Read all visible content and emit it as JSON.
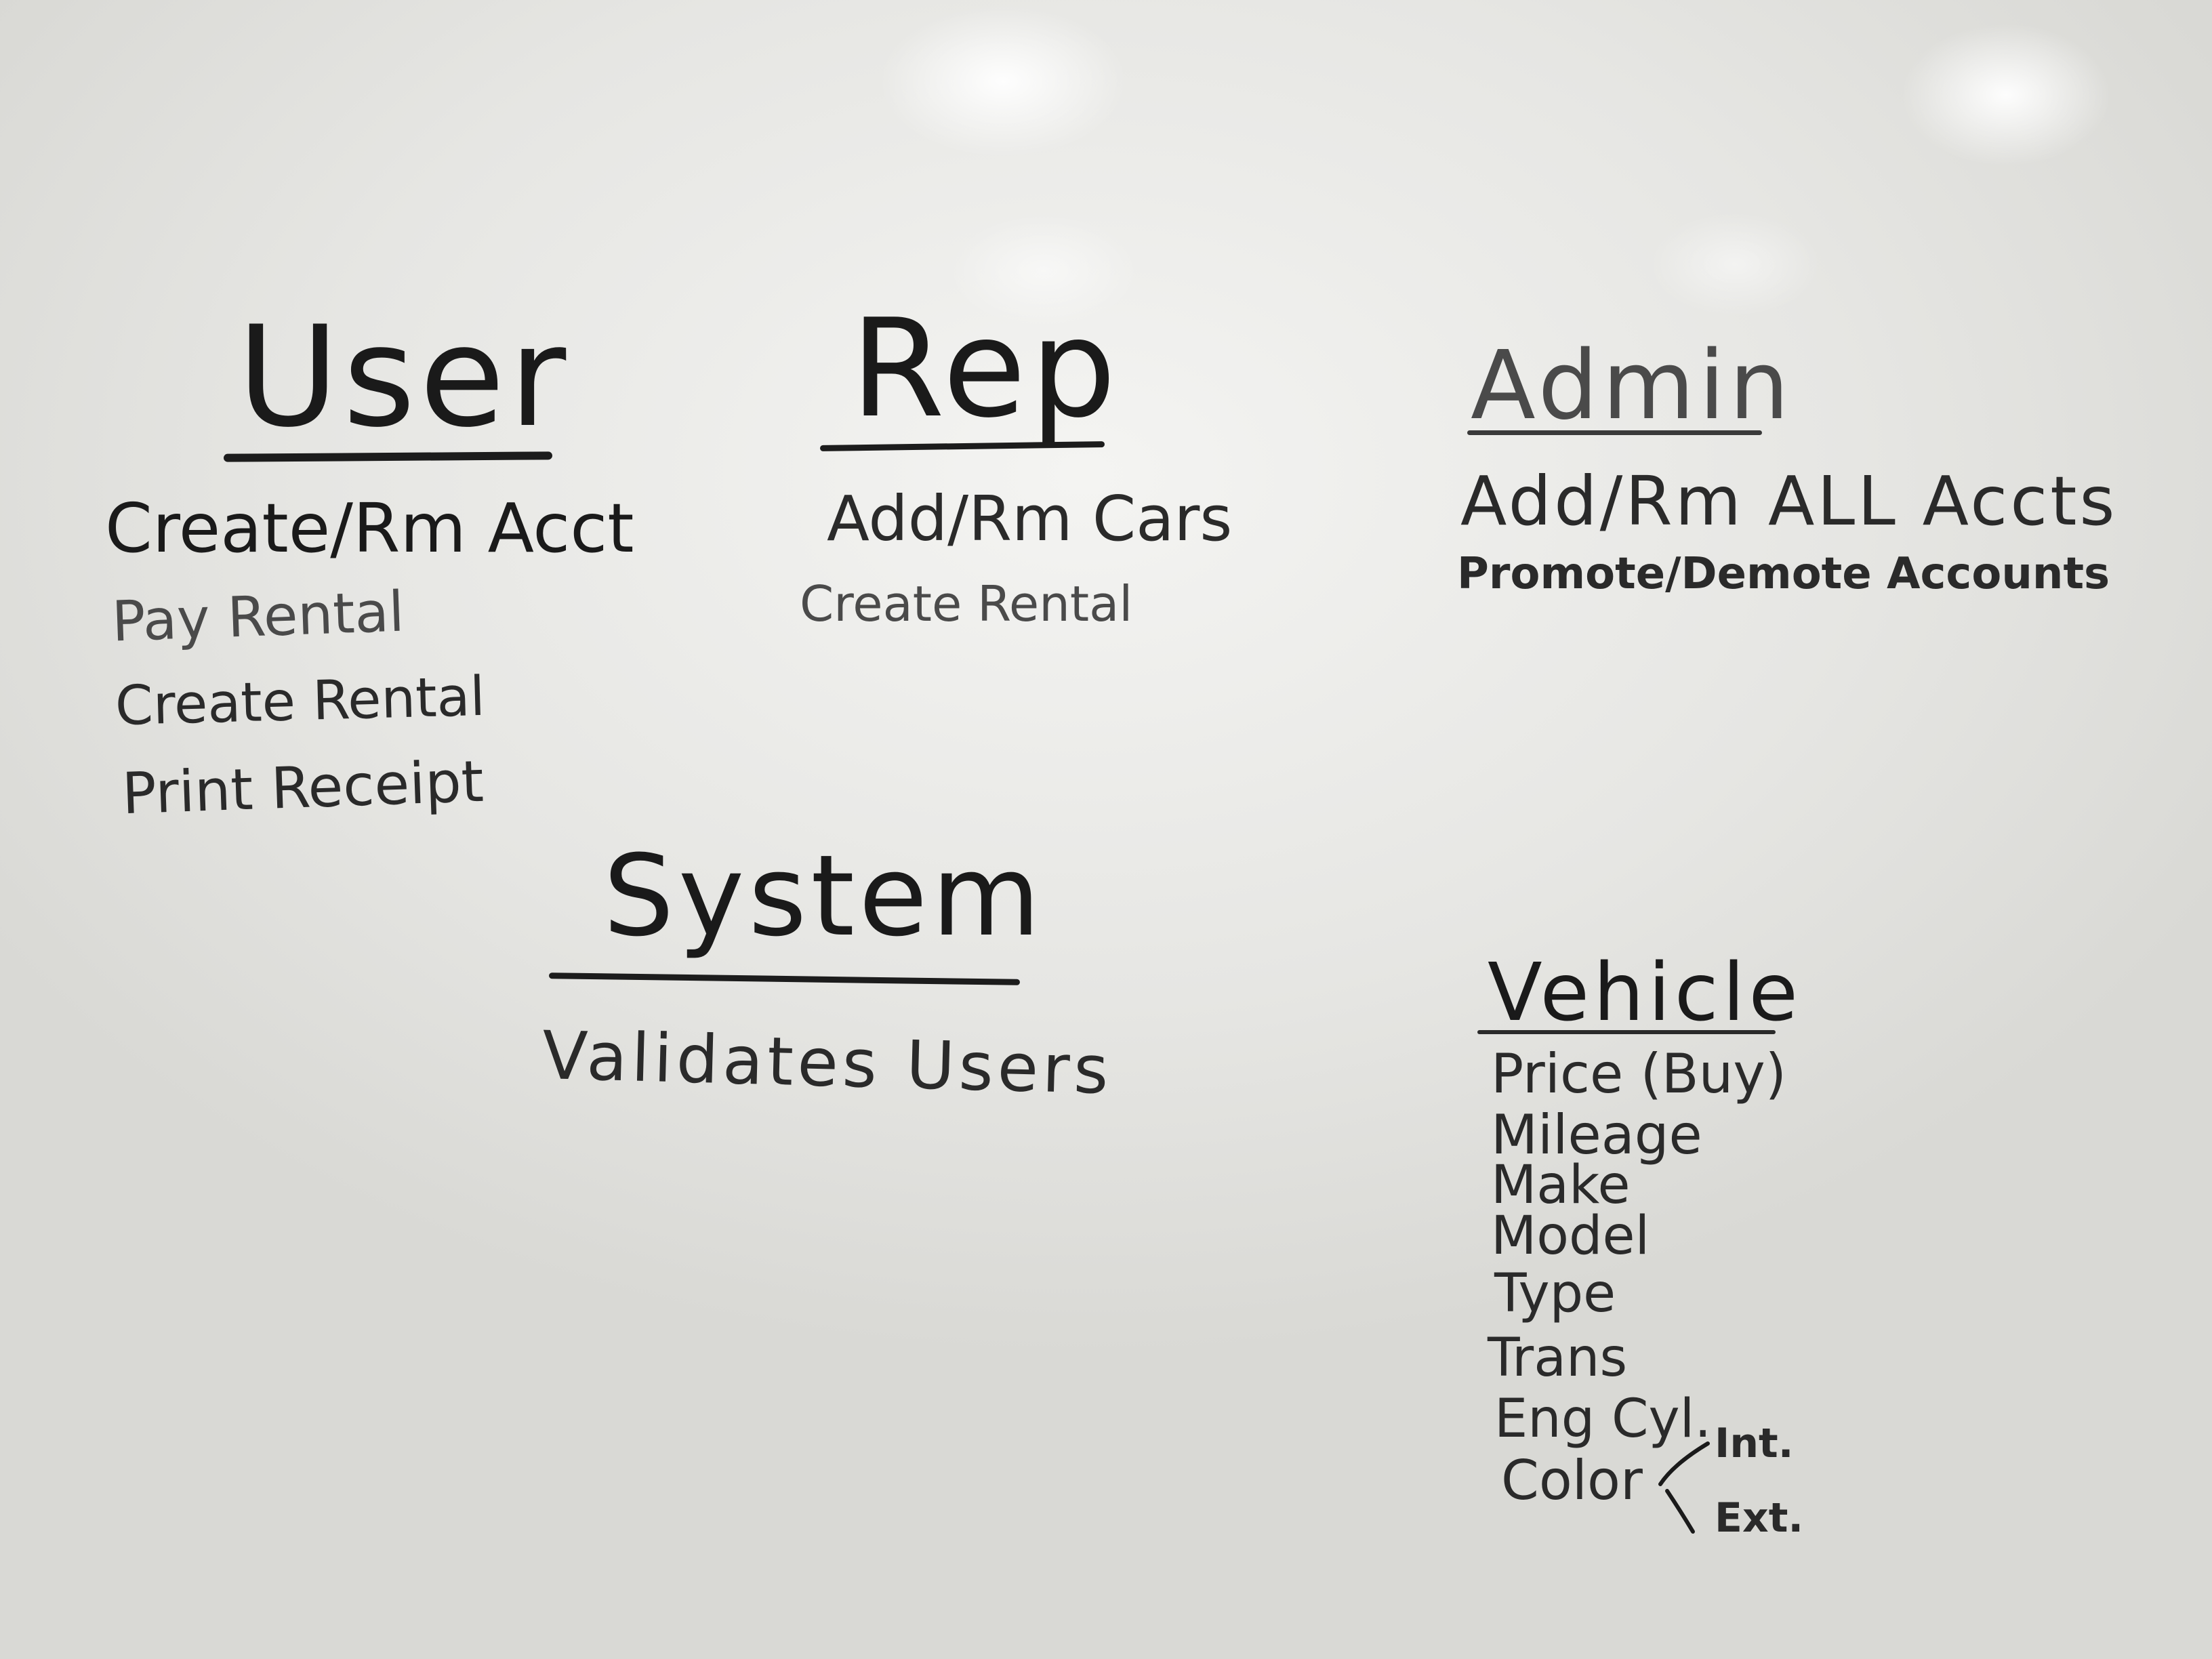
{
  "user": {
    "heading": "User",
    "items": [
      "Create/Rm Acct",
      "Pay Rental",
      "Create Rental",
      "Print Receipt"
    ]
  },
  "rep": {
    "heading": "Rep",
    "items": [
      "Add/Rm Cars",
      "Create Rental"
    ]
  },
  "admin": {
    "heading": "Admin",
    "items": [
      "Add/Rm ALL Accts",
      "Promote/Demote Accounts"
    ]
  },
  "system": {
    "heading": "System",
    "items": [
      "Validates Users"
    ]
  },
  "vehicle": {
    "heading": "Vehicle",
    "items": [
      "Price (Buy)",
      "Mileage",
      "Make",
      "Model",
      "Type",
      "Trans",
      "Eng Cyl.",
      "Color"
    ],
    "color_options": [
      "Int.",
      "Ext."
    ]
  },
  "colors": {
    "board": "#e9e9e6",
    "marker": "#1a1a1a"
  }
}
